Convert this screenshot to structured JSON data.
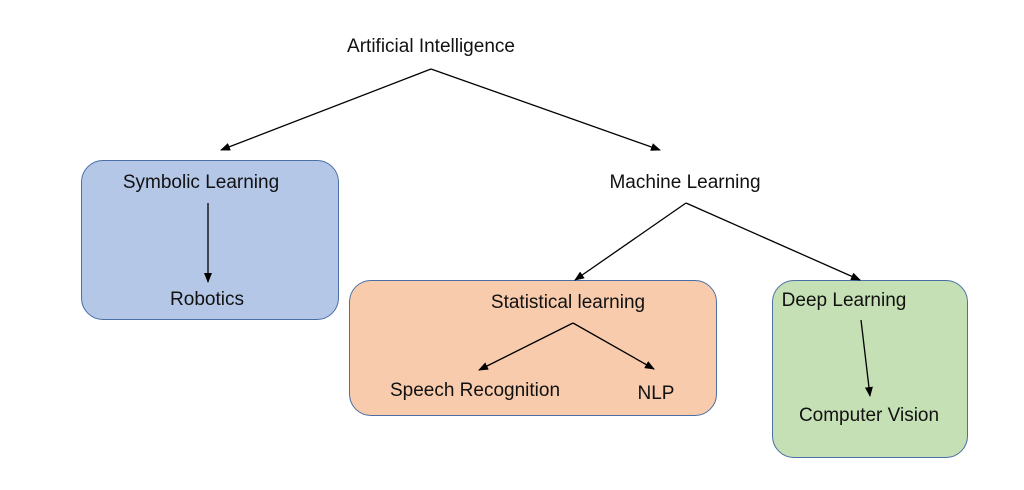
{
  "diagram": {
    "type": "hierarchy-tree",
    "nodes": {
      "ai": "Artificial Intelligence",
      "symbolic": "Symbolic Learning",
      "robotics": "Robotics",
      "ml": "Machine Learning",
      "statistical": "Statistical learning",
      "speech": "Speech Recognition",
      "nlp": "NLP",
      "deep": "Deep Learning",
      "cv": "Computer Vision"
    },
    "edges": [
      [
        "ai",
        "symbolic"
      ],
      [
        "ai",
        "ml"
      ],
      [
        "symbolic",
        "robotics"
      ],
      [
        "ml",
        "statistical"
      ],
      [
        "ml",
        "deep"
      ],
      [
        "statistical",
        "speech"
      ],
      [
        "statistical",
        "nlp"
      ],
      [
        "deep",
        "cv"
      ]
    ],
    "group_colors": {
      "symbolic": "#b4c7e7",
      "statistical": "#f8cbad",
      "deep": "#c5e0b4"
    }
  }
}
